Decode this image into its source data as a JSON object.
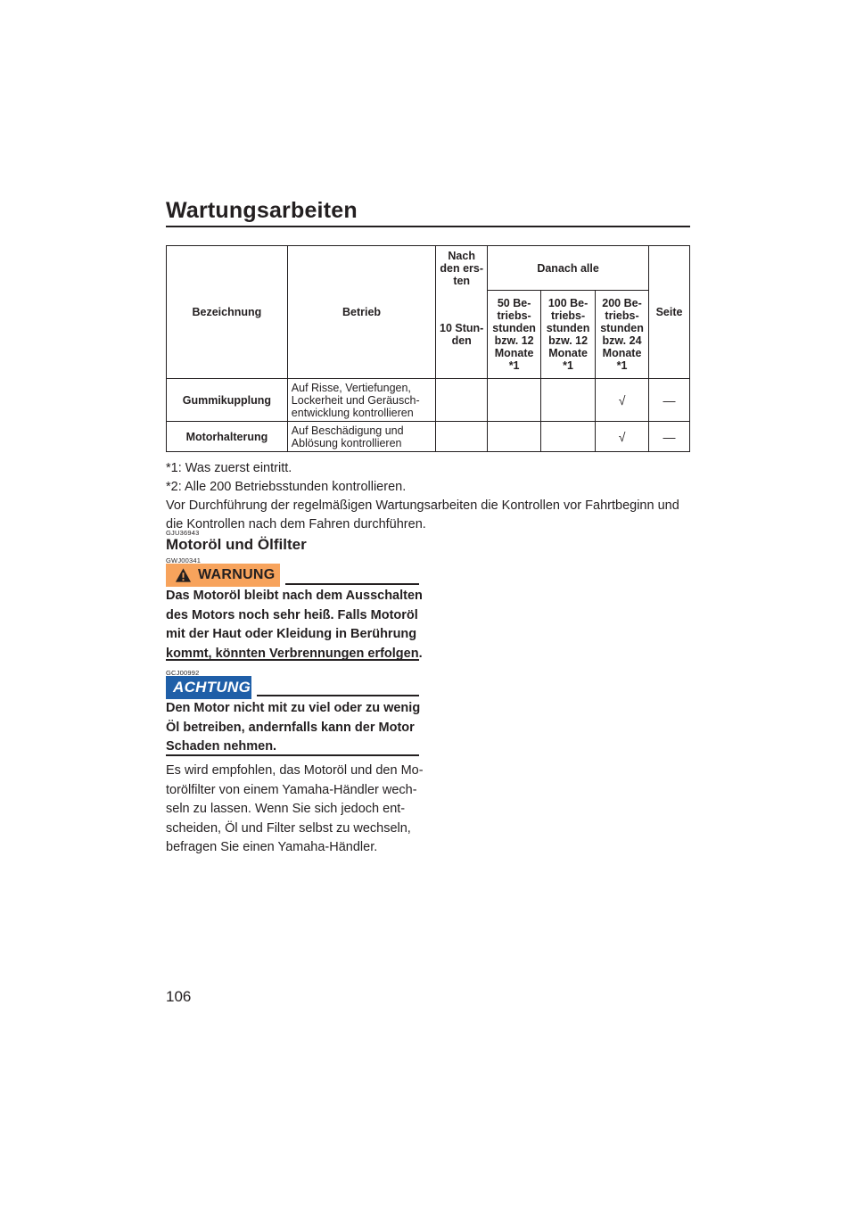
{
  "header": {
    "title": "Wartungsarbeiten"
  },
  "table": {
    "headers": {
      "bezeichnung": "Bezeichnung",
      "betrieb": "Betrieb",
      "nach_ersten": "Nach den ers- ten",
      "danach_alle": "Danach alle",
      "seite": "Seite",
      "col_10": "10 Stun- den",
      "col_50": "50 Be- triebs- stunden bzw. 12 Monate *1",
      "col_100": "100 Be- triebs- stunden bzw. 12 Monate *1",
      "col_200": "200 Be- triebs- stunden bzw. 24 Monate *1"
    },
    "rows": [
      {
        "name": "Gummikupplung",
        "operation": "Auf Risse, Vertiefungen, Lockerheit und Geräusch- entwicklung kontrollieren",
        "h10": "",
        "h50": "",
        "h100": "",
        "h200": "√",
        "seite": "—"
      },
      {
        "name": "Motorhalterung",
        "operation": "Auf Beschädigung und Ablösung kontrollieren",
        "h10": "",
        "h50": "",
        "h100": "",
        "h200": "√",
        "seite": "—"
      }
    ]
  },
  "notes": [
    "*1: Was zuerst eintritt.",
    "*2: Alle 200 Betriebsstunden kontrollieren.",
    "Vor Durchführung der regelmäßigen Wartungsarbeiten die Kontrollen vor Fahrtbeginn und die Kontrollen nach dem Fahren durchführen."
  ],
  "section": {
    "code": "GJU36943",
    "title": "Motoröl und Ölfilter",
    "warning": {
      "code": "GWJ00341",
      "label": "WARNUNG",
      "icon": "warning-triangle-icon",
      "text": "Das Motoröl bleibt nach dem Ausschalten des Motors noch sehr heiß. Falls Motoröl mit der Haut oder Kleidung in Berührung kommt, könnten Verbrennungen erfolgen."
    },
    "caution": {
      "code": "GCJ00992",
      "label": "ACHTUNG",
      "text": "Den Motor nicht mit zu viel oder zu wenig Öl betreiben, andernfalls kann der Motor Schaden nehmen."
    },
    "body": "Es wird empfohlen, das Motoröl und den Mo- torölfilter von einem Yamaha-Händler wech- seln zu lassen. Wenn Sie sich jedoch ent- scheiden, Öl und Filter selbst zu wechseln, befragen Sie einen Yamaha-Händler."
  },
  "colors": {
    "warning_badge": "#f7a35c",
    "caution_badge": "#1f5fa8",
    "text": "#231f20"
  },
  "page_number": "106"
}
